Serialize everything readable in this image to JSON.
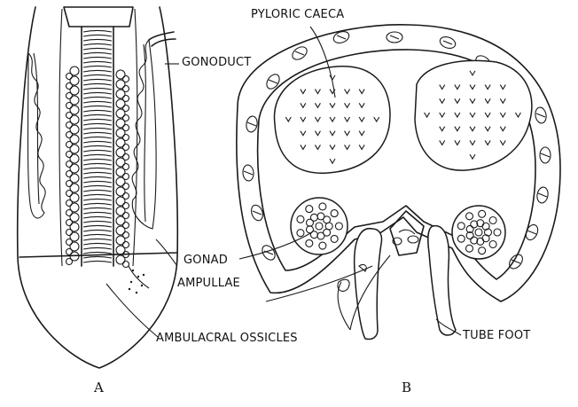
{
  "labels": {
    "pyloric_caeca": "PYLORIC CAECA",
    "gonoduct": "GONODUCT",
    "gonad": "GONAD",
    "ampullae": "AMPULLAE",
    "ambulacral_ossicles": "AMBULACRAL OSSICLES",
    "tube_foot": "TUBE FOOT"
  },
  "panels": {
    "a": "A",
    "b": "B"
  }
}
